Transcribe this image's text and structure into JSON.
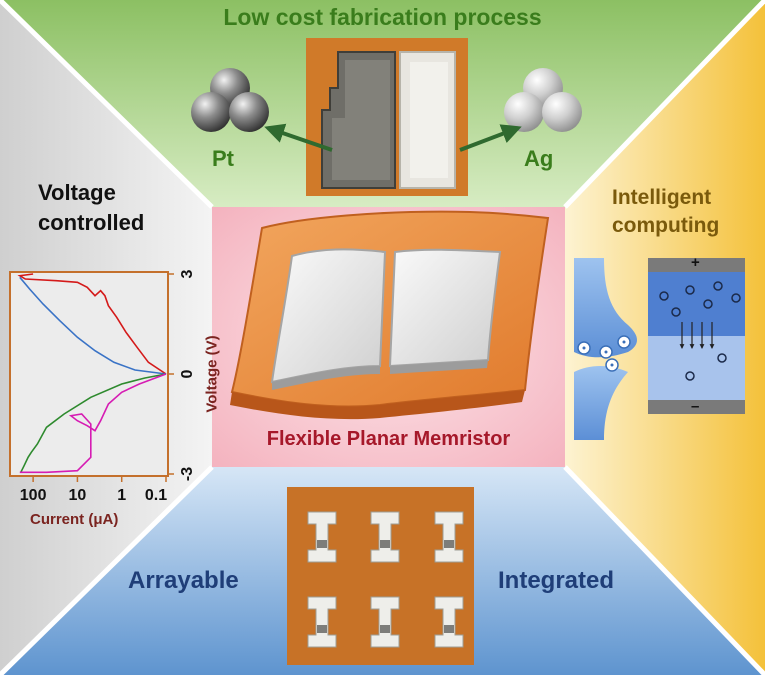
{
  "top": {
    "title": "Low cost fabrication process",
    "left_material": "Pt",
    "right_material": "Ag"
  },
  "left": {
    "title_line1": "Voltage",
    "title_line2": "controlled"
  },
  "right": {
    "title_line1": "Intelligent",
    "title_line2": "computing",
    "plus_sign": "+",
    "minus_sign": "–"
  },
  "center": {
    "title": "Flexible Planar Memristor"
  },
  "bottom": {
    "left_label": "Arrayable",
    "right_label": "Integrated"
  },
  "colors": {
    "top_green": "#8cc063",
    "left_gray": "#d4d4d4",
    "right_yellow": "#f4c94a",
    "bottom_blue": "#6e9fd2",
    "center_pink": "#f3b8c2",
    "title_green": "#3a7d1c",
    "title_olive": "#7a5a0c",
    "title_navy": "#1f3e78",
    "title_red": "#a6182a"
  },
  "chart_data": {
    "type": "line",
    "xlabel": "Current (μA)",
    "ylabel": "Voltage (V)",
    "x_scale": "log",
    "x_reversed": true,
    "x_ticks": [
      "100",
      "10",
      "1",
      "0.1"
    ],
    "y_ticks": [
      "3",
      "0",
      "-3"
    ],
    "xlim": [
      300,
      0.1
    ],
    "ylim": [
      -3,
      3
    ],
    "series": [
      {
        "color": "#d41a1a",
        "points": [
          [
            0.1,
            0
          ],
          [
            0.25,
            0.35
          ],
          [
            0.45,
            0.8
          ],
          [
            0.8,
            1.25
          ],
          [
            1.3,
            1.7
          ],
          [
            2,
            2.05
          ],
          [
            2.4,
            2.35
          ],
          [
            3,
            2.5
          ],
          [
            4,
            2.35
          ],
          [
            6,
            2.6
          ],
          [
            10,
            2.75
          ],
          [
            30,
            2.8
          ],
          [
            150,
            2.85
          ],
          [
            200,
            2.95
          ],
          [
            100,
            3
          ]
        ]
      },
      {
        "color": "#3a73c6",
        "points": [
          [
            200,
            2.9
          ],
          [
            120,
            2.55
          ],
          [
            60,
            2.1
          ],
          [
            25,
            1.6
          ],
          [
            10,
            1.1
          ],
          [
            4,
            0.7
          ],
          [
            1.5,
            0.35
          ],
          [
            0.5,
            0.12
          ],
          [
            0.1,
            0
          ]
        ]
      },
      {
        "color": "#2e8a2e",
        "points": [
          [
            0.1,
            0
          ],
          [
            0.3,
            -0.12
          ],
          [
            1,
            -0.3
          ],
          [
            5,
            -0.7
          ],
          [
            20,
            -1.2
          ],
          [
            50,
            -1.6
          ],
          [
            80,
            -2.1
          ],
          [
            110,
            -2.35
          ],
          [
            130,
            -2.5
          ],
          [
            160,
            -2.75
          ],
          [
            190,
            -2.95
          ]
        ]
      },
      {
        "color": "#d61cb3",
        "points": [
          [
            0.1,
            0
          ],
          [
            0.4,
            -0.3
          ],
          [
            1,
            -0.55
          ],
          [
            2,
            -0.9
          ],
          [
            3,
            -1.4
          ],
          [
            4,
            -1.7
          ],
          [
            6,
            -1.55
          ],
          [
            10,
            -1.4
          ],
          [
            14,
            -1.25
          ],
          [
            8,
            -1.2
          ],
          [
            5,
            -1.5
          ],
          [
            5,
            -2.5
          ],
          [
            10,
            -2.9
          ],
          [
            50,
            -2.95
          ],
          [
            200,
            -2.95
          ]
        ]
      }
    ]
  }
}
